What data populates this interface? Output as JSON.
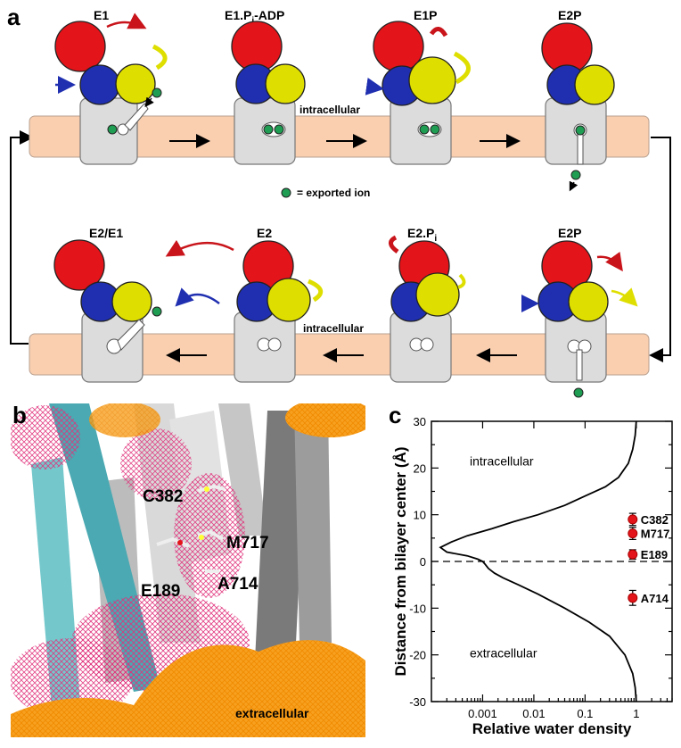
{
  "panel_labels": {
    "a": "a",
    "b": "b",
    "c": "c"
  },
  "panel_a": {
    "top_states": [
      "E1",
      "E1.P",
      "E1P",
      "E2P"
    ],
    "top_state_e1pi_main": "E1.P",
    "top_state_e1pi_sub": "i",
    "top_state_e1pi_tail": "-ADP",
    "bottom_states": [
      "E2/E1",
      "E2",
      "E2.P",
      "E2P"
    ],
    "bottom_e2pi_sub": "i",
    "membrane_label_top": "intracellular",
    "membrane_label_bottom": "intracellular",
    "legend": "= exported ion",
    "colors": {
      "actuator": "#e3141a",
      "nucleotide": "#1f2fb0",
      "phosphorylation": "#dede00",
      "ion": "#1f9e53",
      "membrane": "#f9cfb0"
    }
  },
  "panel_b": {
    "residues": [
      "C382",
      "M717",
      "A714",
      "E189"
    ],
    "region": "extracellular"
  },
  "chart_data": {
    "type": "line",
    "xlabel": "Relative water density",
    "ylabel": "Distance from bilayer center (Å)",
    "x_scale": "log",
    "xlim": [
      0.0001,
      5
    ],
    "ylim": [
      -30,
      30
    ],
    "x_ticks": [
      "0.001",
      "0.01",
      "0.1",
      "1"
    ],
    "y_ticks": [
      "-30",
      "-20",
      "-10",
      "0",
      "10",
      "20",
      "30"
    ],
    "regions": {
      "top": "intracellular",
      "bottom": "extracellular"
    },
    "curve": {
      "x": [
        1.0,
        0.95,
        0.85,
        0.7,
        0.45,
        0.25,
        0.1,
        0.04,
        0.012,
        0.004,
        0.0015,
        0.0005,
        0.00025,
        0.00015,
        0.0002,
        0.0005,
        0.0008,
        0.001,
        0.0011,
        0.0013,
        0.0017,
        0.0025,
        0.005,
        0.012,
        0.04,
        0.12,
        0.3,
        0.6,
        0.85,
        0.95,
        1.0
      ],
      "y": [
        30,
        27,
        24,
        21,
        18,
        16,
        14,
        12,
        10,
        8.5,
        7,
        5.5,
        4.2,
        3.0,
        2.0,
        1.2,
        0.5,
        0,
        -0.5,
        -1.5,
        -2.5,
        -3.5,
        -5,
        -7,
        -10,
        -13,
        -16,
        -20,
        -24,
        -27,
        -30
      ]
    },
    "points": [
      {
        "label": "C382",
        "x": 0.85,
        "y": 9,
        "err": 1.3
      },
      {
        "label": "M717",
        "x": 0.85,
        "y": 6,
        "err": 1.3
      },
      {
        "label": "E189",
        "x": 0.85,
        "y": 1.5,
        "err": 1.0
      },
      {
        "label": "A714",
        "x": 0.85,
        "y": -7.8,
        "err": 1.6
      }
    ],
    "dashed_line_y": 0
  }
}
